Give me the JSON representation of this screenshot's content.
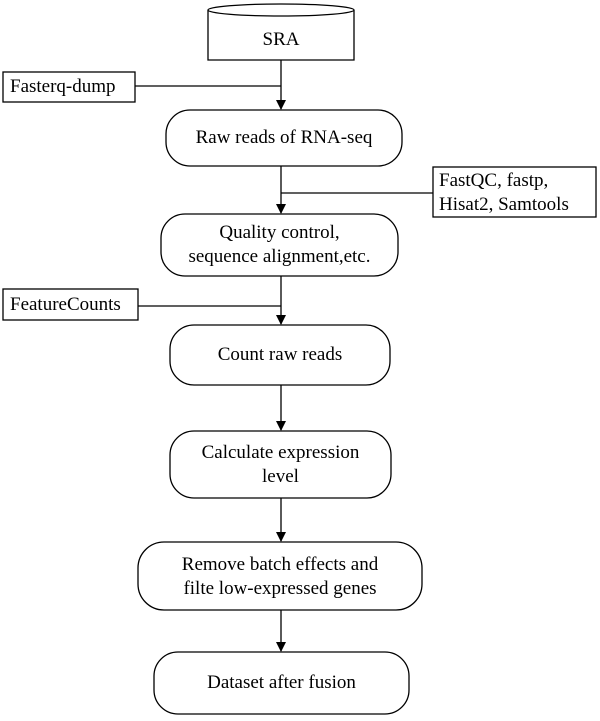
{
  "source": {
    "label": "SRA"
  },
  "steps": [
    {
      "lines": [
        "Raw reads of RNA-seq"
      ]
    },
    {
      "lines": [
        "Quality control,",
        "sequence alignment,etc."
      ]
    },
    {
      "lines": [
        "Count raw reads"
      ]
    },
    {
      "lines": [
        "Calculate expression",
        "level"
      ]
    },
    {
      "lines": [
        "Remove batch effects and",
        "filte low-expressed genes"
      ]
    },
    {
      "lines": [
        "Dataset after fusion"
      ]
    }
  ],
  "tools": [
    {
      "lines": [
        "Fasterq-dump"
      ]
    },
    {
      "lines": [
        "FastQC, fastp,",
        "Hisat2, Samtools"
      ]
    },
    {
      "lines": [
        "FeatureCounts"
      ]
    }
  ],
  "colors": {
    "stroke": "#000000",
    "fill": "#ffffff",
    "text": "#000000"
  }
}
